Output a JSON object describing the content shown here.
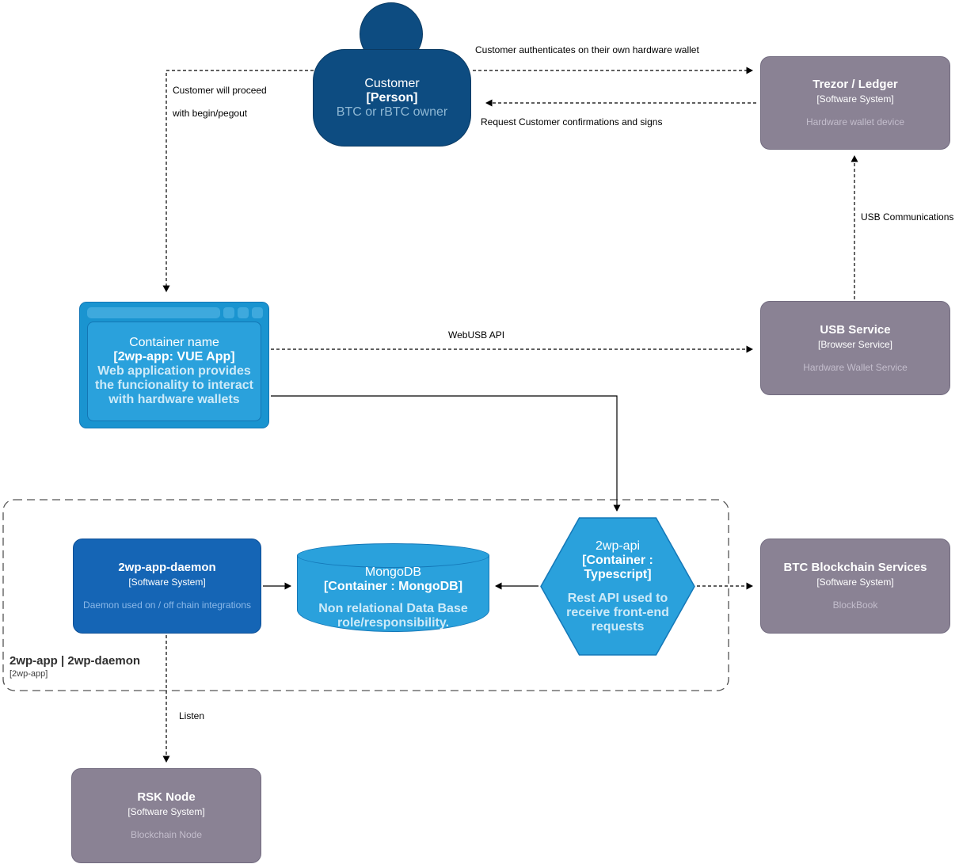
{
  "nodes": {
    "customer": {
      "title": "Customer",
      "tech": "[Person]",
      "desc": "BTC or rBTC owner"
    },
    "trezor_ledger": {
      "title": "Trezor / Ledger",
      "tech": "[Software System]",
      "desc": "Hardware wallet device"
    },
    "container_name": {
      "title": "Container name",
      "tech": "[2wp-app: VUE App]",
      "desc": "Web application provides the funcionality to interact with hardware wallets"
    },
    "usb_service": {
      "title": "USB Service",
      "tech": "[Browser Service]",
      "desc": "Hardware Wallet Service"
    },
    "daemon": {
      "title": "2wp-app-daemon",
      "tech": "[Software System]",
      "desc": "Daemon used on / off chain integrations"
    },
    "mongodb": {
      "title": "MongoDB",
      "tech": "[Container : MongoDB]",
      "desc": "Non relational Data Base role/responsibility."
    },
    "api": {
      "title": "2wp-api",
      "tech": "[Container : Typescript]",
      "desc": "Rest API used to receive front-end requests"
    },
    "btc_services": {
      "title": "BTC Blockchain Services",
      "tech": "[Software System]",
      "desc": "BlockBook"
    },
    "rsk_node": {
      "title": "RSK Node",
      "tech": "[Software System]",
      "desc": "Blockchain Node"
    }
  },
  "boundary": {
    "title": "2wp-app | 2wp-daemon",
    "tech": "[2wp-app]"
  },
  "edge_labels": {
    "authenticate": "Customer authenticates on their own hardware wallet",
    "request_signs": "Request Customer confirmations and signs",
    "proceed_1": "Customer will proceed",
    "proceed_2": "with begin/pegout",
    "usb_comms": "USB Communications",
    "webusb_api": "WebUSB API",
    "listen": "Listen"
  },
  "colors": {
    "person_fill": "#0d4c81",
    "system_gray_fill": "#8a8294",
    "light_blue_fill": "#2aa1dc",
    "light_blue_border": "#1478b8",
    "daemon_blue_fill": "#1565b5",
    "edge": "#000000"
  }
}
